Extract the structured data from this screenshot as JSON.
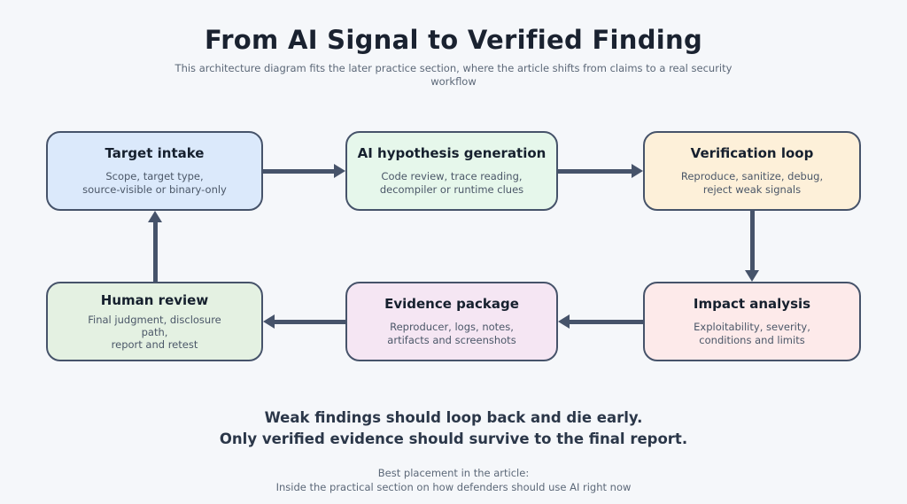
{
  "header": {
    "title": "From AI Signal to Verified Finding",
    "subtitle": "This architecture diagram fits the later practice section, where the article shifts from claims to a real security\nworkflow"
  },
  "nodes": [
    {
      "id": "target-intake",
      "title": "Target intake",
      "subtitle": "Scope, target type,\nsource-visible or binary-only",
      "color": "#dbe9fb"
    },
    {
      "id": "ai-hypothesis-generation",
      "title": "AI hypothesis generation",
      "subtitle": "Code review, trace reading,\ndecompiler or runtime clues",
      "color": "#e6f7eb"
    },
    {
      "id": "verification-loop",
      "title": "Verification loop",
      "subtitle": "Reproduce, sanitize, debug,\nreject weak signals",
      "color": "#fdf0d9"
    },
    {
      "id": "impact-analysis",
      "title": "Impact analysis",
      "subtitle": "Exploitability, severity,\nconditions and limits",
      "color": "#fdeaea"
    },
    {
      "id": "evidence-package",
      "title": "Evidence package",
      "subtitle": "Reproducer, logs, notes,\nartifacts and screenshots",
      "color": "#f5e6f3"
    },
    {
      "id": "human-review",
      "title": "Human review",
      "subtitle": "Final judgment, disclosure\npath,\nreport and retest",
      "color": "#e4f1e2"
    }
  ],
  "edges": [
    {
      "from": "target-intake",
      "to": "ai-hypothesis-generation",
      "direction": "right"
    },
    {
      "from": "ai-hypothesis-generation",
      "to": "verification-loop",
      "direction": "right"
    },
    {
      "from": "verification-loop",
      "to": "impact-analysis",
      "direction": "down"
    },
    {
      "from": "impact-analysis",
      "to": "evidence-package",
      "direction": "left"
    },
    {
      "from": "evidence-package",
      "to": "human-review",
      "direction": "left"
    },
    {
      "from": "human-review",
      "to": "target-intake",
      "direction": "up"
    }
  ],
  "footer": {
    "emphasis": "Weak findings should loop back and die early.\nOnly verified evidence should survive to the final report.",
    "note": "Best placement in the article:\nInside the practical section on how defenders should use AI right now"
  },
  "colors": {
    "background": "#f5f7fa",
    "stroke": "#46536a",
    "title_text": "#1a2230",
    "subtitle_text": "#5c6878",
    "node_title_text": "#16202e",
    "node_subtitle_text": "#4b5768",
    "footer_emphasis_text": "#2b3749"
  }
}
